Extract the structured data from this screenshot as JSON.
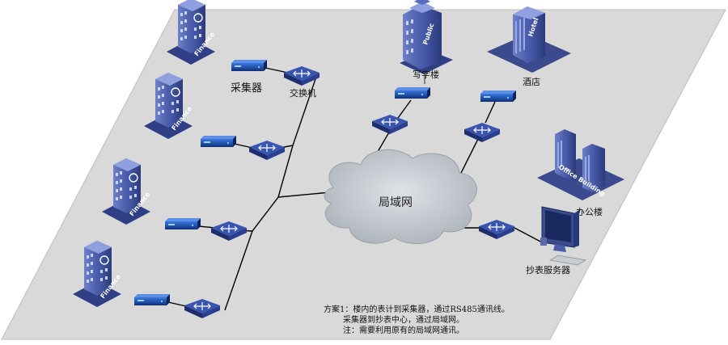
{
  "labels": {
    "collector": "采集器",
    "switch": "交换机",
    "office_tower": "写字楼",
    "hotel": "酒店",
    "office_building": "办公楼",
    "server": "抄表服务器",
    "lan": "局域网"
  },
  "building_signs": {
    "finance": "Finance",
    "public": "Public",
    "hotel": "Hotel",
    "office": "Office Building"
  },
  "notes": [
    "方案1：楼内的表计到采集器，通过RS485通讯线。",
    "采集器到抄表中心，通过局域网。",
    "注：需要利用原有的局域网通讯。"
  ],
  "colors": {
    "floor": "#d9d9d9",
    "building": "#3a4a8c",
    "device": "#1b4fa6",
    "switch": "#2a3f8f",
    "cloud": "#c9cdd3"
  }
}
